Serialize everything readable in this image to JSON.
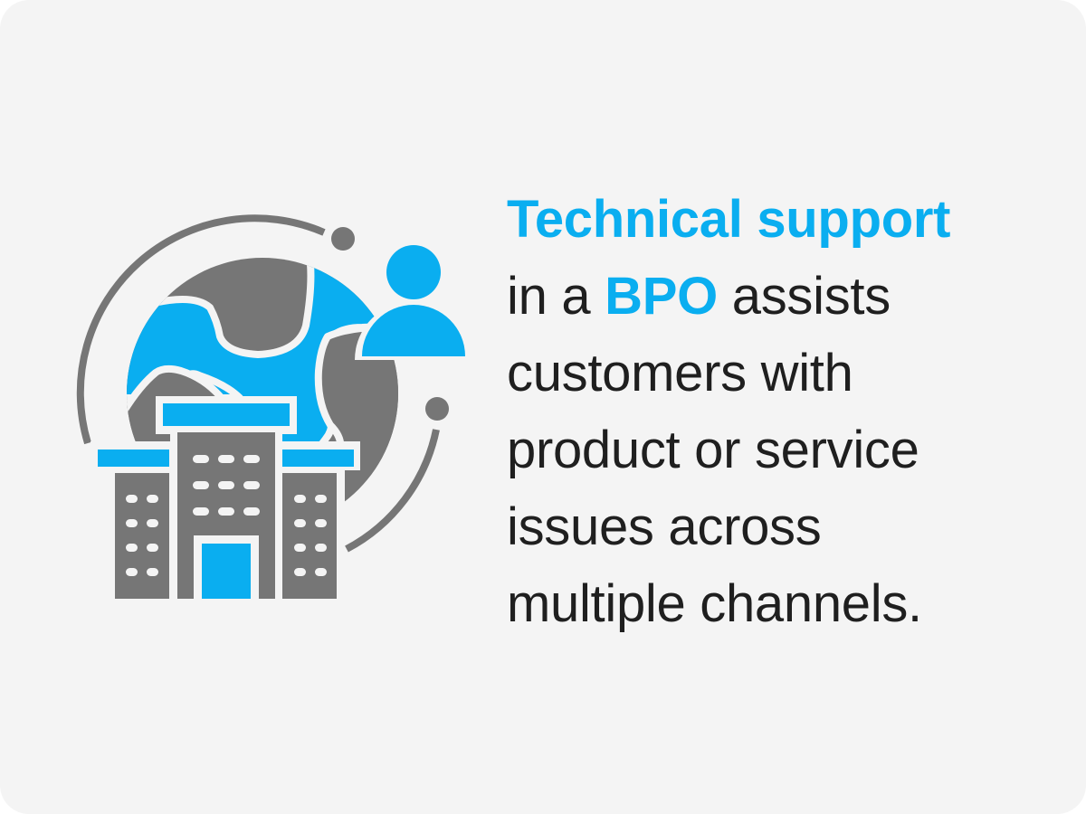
{
  "colors": {
    "background": "#f4f4f4",
    "accent_blue": "#0aaef0",
    "icon_gray": "#767676",
    "text_dark": "#1f1f1f"
  },
  "illustration": {
    "icon_semantics": [
      "globe-icon",
      "orbit-arc",
      "person-icon",
      "office-building-icon"
    ]
  },
  "text": {
    "line1": {
      "highlight": "Technical support"
    },
    "line2": {
      "pre": "in a ",
      "highlight": "BPO",
      "post": " assists"
    },
    "line3": "customers with",
    "line4": "product or service",
    "line5": "issues across",
    "line6": "multiple channels."
  }
}
